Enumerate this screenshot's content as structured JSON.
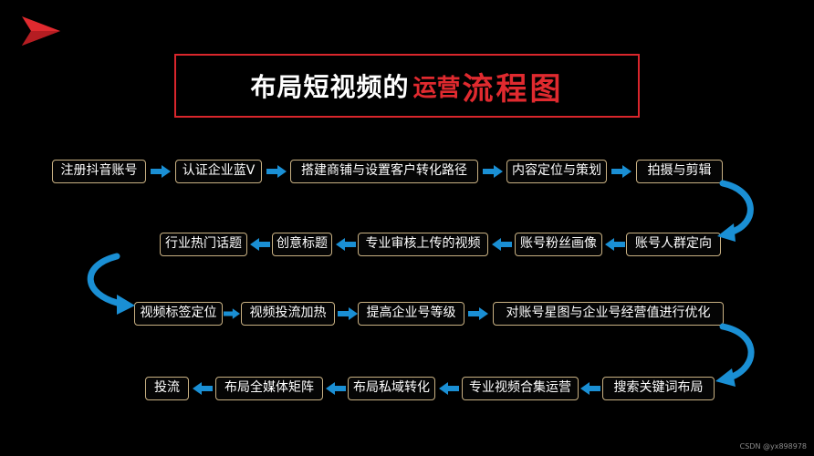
{
  "title": {
    "part1": "布局短视频的",
    "part2": "运营",
    "part3": "流程图"
  },
  "rows": [
    [
      "注册抖音账号",
      "认证企业蓝V",
      "搭建商铺与设置客户转化路径",
      "内容定位与策划",
      "拍摄与剪辑"
    ],
    [
      "账号人群定向",
      "账号粉丝画像",
      "专业审核上传的视频",
      "创意标题",
      "行业热门话题"
    ],
    [
      "视频标签定位",
      "视频投流加热",
      "提高企业号等级",
      "对账号星图与企业号经营值进行优化"
    ],
    [
      "搜索关键词布局",
      "专业视频合集运营",
      "布局私域转化",
      "布局全媒体矩阵",
      "投流"
    ]
  ],
  "credit": "CSDN @yx898978",
  "colors": {
    "accent_red": "#e02a2f",
    "node_border": "#c9b183",
    "arrow_blue": "#1a8fd4",
    "background": "#000000"
  },
  "icons": {
    "logo": "red-arrow-logo-icon",
    "flow_arrow": "right-arrow-icon"
  }
}
